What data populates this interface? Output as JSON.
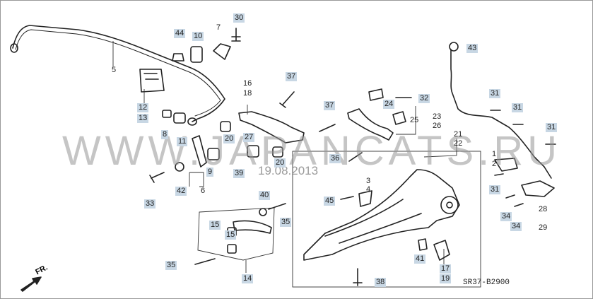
{
  "diagram": {
    "part_code": "SR37-B2900",
    "direction_label": "FR.",
    "watermark": "WWW.JAPANCATS.RU",
    "watermark_date": "19.08.2013",
    "callouts": [
      {
        "id": "44",
        "boxed": true
      },
      {
        "id": "10",
        "boxed": true
      },
      {
        "id": "7",
        "boxed": false
      },
      {
        "id": "30",
        "boxed": true
      },
      {
        "id": "43",
        "boxed": true
      },
      {
        "id": "5",
        "boxed": false
      },
      {
        "id": "12",
        "boxed": true
      },
      {
        "id": "13",
        "boxed": true
      },
      {
        "id": "16",
        "boxed": false
      },
      {
        "id": "18",
        "boxed": false
      },
      {
        "id": "37",
        "boxed": true
      },
      {
        "id": "31",
        "boxed": true
      },
      {
        "id": "32",
        "boxed": true
      },
      {
        "id": "24",
        "boxed": true
      },
      {
        "id": "25",
        "boxed": false
      },
      {
        "id": "23",
        "boxed": false
      },
      {
        "id": "26",
        "boxed": false
      },
      {
        "id": "8",
        "boxed": true
      },
      {
        "id": "11",
        "boxed": true
      },
      {
        "id": "20",
        "boxed": true
      },
      {
        "id": "27",
        "boxed": true
      },
      {
        "id": "9",
        "boxed": true
      },
      {
        "id": "39",
        "boxed": true
      },
      {
        "id": "21",
        "boxed": false
      },
      {
        "id": "22",
        "boxed": false
      },
      {
        "id": "36",
        "boxed": true
      },
      {
        "id": "1",
        "boxed": false
      },
      {
        "id": "2",
        "boxed": false
      },
      {
        "id": "6",
        "boxed": false
      },
      {
        "id": "3",
        "boxed": false
      },
      {
        "id": "4",
        "boxed": false
      },
      {
        "id": "42",
        "boxed": true
      },
      {
        "id": "33",
        "boxed": true
      },
      {
        "id": "40",
        "boxed": true
      },
      {
        "id": "45",
        "boxed": true
      },
      {
        "id": "15",
        "boxed": true
      },
      {
        "id": "34",
        "boxed": true
      },
      {
        "id": "28",
        "boxed": false
      },
      {
        "id": "29",
        "boxed": false
      },
      {
        "id": "35",
        "boxed": true
      },
      {
        "id": "14",
        "boxed": true
      },
      {
        "id": "41",
        "boxed": true
      },
      {
        "id": "17",
        "boxed": true
      },
      {
        "id": "19",
        "boxed": true
      },
      {
        "id": "38",
        "boxed": true
      }
    ]
  }
}
